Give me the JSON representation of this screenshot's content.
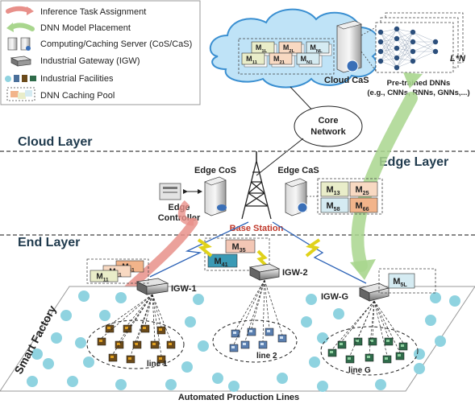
{
  "legend": {
    "inference_task_assignment": "Inference Task Assignment",
    "dnn_model_placement": "DNN Model Placement",
    "computing_caching_server": "Computing/Caching Server (CoS/CaS)",
    "industrial_gateway": "Industrial Gateway (IGW)",
    "industrial_facilities": "Industrial Facilities",
    "dnn_caching_pool": "DNN Caching Pool"
  },
  "layers": {
    "cloud": "Cloud Layer",
    "edge": "Edge Layer",
    "end": "End Layer"
  },
  "cloud": {
    "server_label": "Cloud CaS",
    "pool_models": [
      {
        "base": "M",
        "sub": "1L"
      },
      {
        "base": "M",
        "sub": "2L"
      },
      {
        "base": "M",
        "sub": "NL"
      },
      {
        "base": "M",
        "sub": "11"
      },
      {
        "base": "M",
        "sub": "21"
      },
      {
        "base": "M",
        "sub": "N1"
      }
    ],
    "pretrained_title": "Pre-trained DNNs",
    "pretrained_examples": "(e.g., CNNs, RNNs, GNNs,...)",
    "dnn_count": "L*N"
  },
  "core_network": {
    "line1": "Core",
    "line2": "Network"
  },
  "edge": {
    "cos_label": "Edge CoS",
    "cas_label": "Edge CaS",
    "controller_line1": "Edge",
    "controller_line2": "Controller",
    "base_station": "Base Station",
    "cas_models": [
      {
        "base": "M",
        "sub": "13",
        "color": "#e9edc9"
      },
      {
        "base": "M",
        "sub": "25",
        "color": "#f8d9c2"
      },
      {
        "base": "M",
        "sub": "58",
        "color": "#d5ebf2"
      },
      {
        "base": "M",
        "sub": "66",
        "color": "#f2b48a"
      }
    ],
    "cos_models": [
      {
        "base": "M",
        "sub": "35",
        "color": "#f3c7b5"
      },
      {
        "base": "M",
        "sub": "41",
        "color": "#3a9ab5"
      }
    ]
  },
  "gateways": [
    {
      "label": "IGW-1",
      "models": [
        {
          "base": "M",
          "sub": "61"
        },
        {
          "base": "M",
          "sub": "21"
        },
        {
          "base": "M",
          "sub": "11"
        }
      ]
    },
    {
      "label": "IGW-2",
      "models": []
    },
    {
      "label": "IGW-G",
      "models": [
        {
          "base": "M",
          "sub": "5L"
        }
      ]
    }
  ],
  "lines": [
    "line 1",
    "line 2",
    "line G"
  ],
  "factory_label": "Smart Factory",
  "production_label": "Automated Production Lines",
  "colors": {
    "layer_text": "#1f3a4d",
    "base_station_text": "#c0392b",
    "cloud_fill": "#bfe3f7",
    "cloud_stroke": "#3a8fd1",
    "dot_fill": "#8fd3e0",
    "inference_arrow": "#e8908a",
    "placement_arrow": "#a9d68e"
  }
}
